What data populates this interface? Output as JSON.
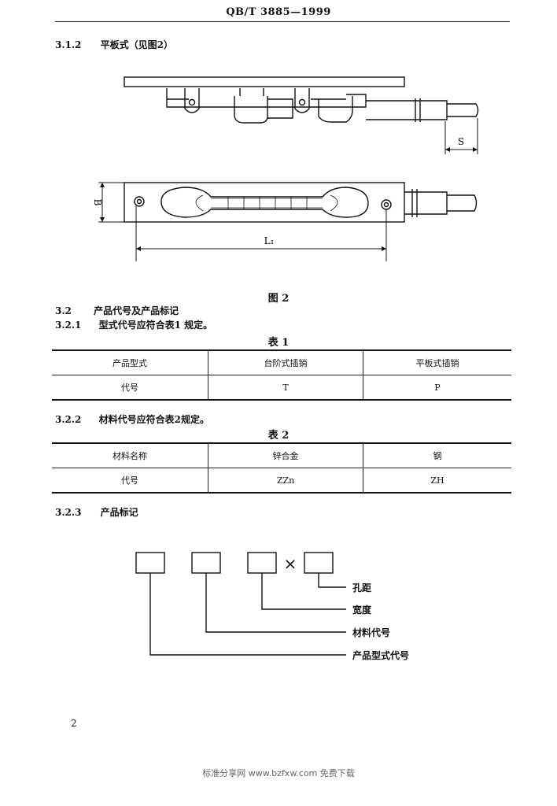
{
  "header": {
    "doc_code": "QB/T 3885—1999"
  },
  "sections": {
    "s312": {
      "num": "3.1.2",
      "title": "平板式（见图2）"
    },
    "s32": {
      "num": "3.2",
      "title": "产品代号及产品标记"
    },
    "s321": {
      "num": "3.2.1",
      "title": "型式代号应符合表1 规定。"
    },
    "s322": {
      "num": "3.2.2",
      "title": "材料代号应符合表2规定。"
    },
    "s323": {
      "num": "3.2.3",
      "title": "产品标记"
    }
  },
  "figure": {
    "caption": "图    2",
    "dim_s": "S",
    "dim_b": "B",
    "dim_l": "L₁"
  },
  "table1": {
    "caption": "表  1",
    "header": [
      "产品型式",
      "台阶式插销",
      "平板式插销"
    ],
    "row": [
      "代号",
      "T",
      "P"
    ]
  },
  "table2": {
    "caption": "表  2",
    "header": [
      "材料名称",
      "锌合金",
      "钢"
    ],
    "row": [
      "代号",
      "ZZn",
      "ZH"
    ]
  },
  "marking": {
    "times": "×",
    "labels": [
      "孔距",
      "宽度",
      "材料代号",
      "产品型式代号"
    ]
  },
  "page_number": "2",
  "footer": {
    "watermark": "标准分享网 www.bzfxw.com 免费下载"
  }
}
